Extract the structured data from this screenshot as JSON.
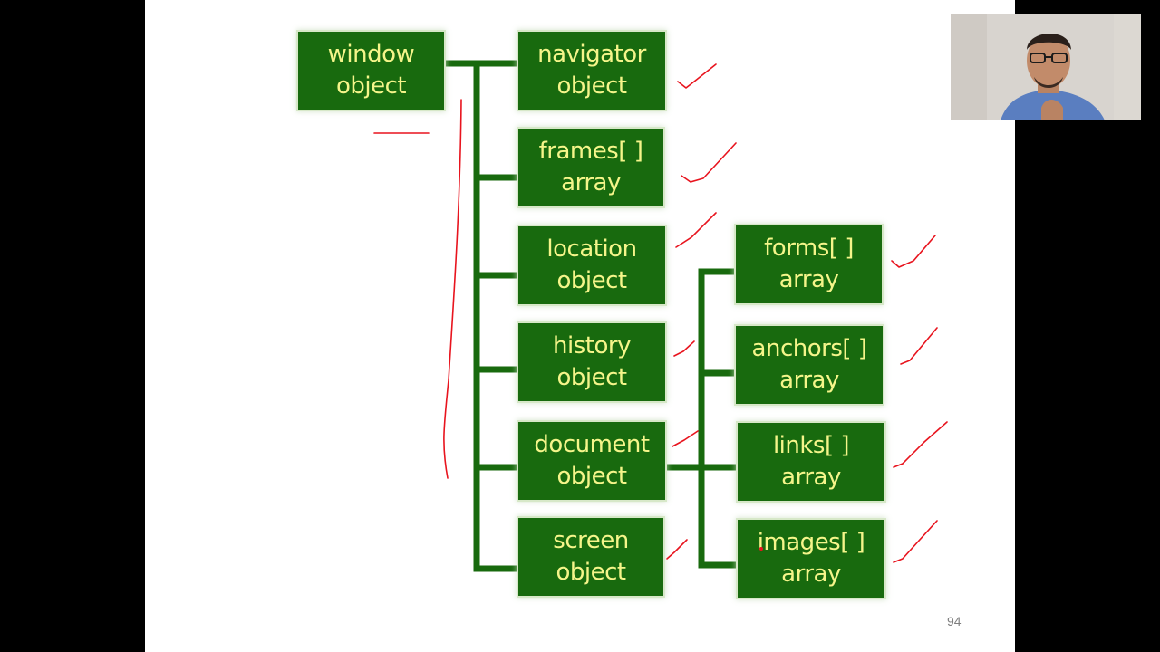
{
  "diagram": {
    "nodes": {
      "window": {
        "line1": "window",
        "line2": "object"
      },
      "navigator": {
        "line1": "navigator",
        "line2": "object"
      },
      "frames": {
        "line1": "frames[ ]",
        "line2": "array"
      },
      "location": {
        "line1": "location",
        "line2": "object"
      },
      "history": {
        "line1": "history",
        "line2": "object"
      },
      "document": {
        "line1": "document",
        "line2": "object"
      },
      "screen": {
        "line1": "screen",
        "line2": "object"
      },
      "forms": {
        "line1": "forms[ ]",
        "line2": "array"
      },
      "anchors": {
        "line1": "anchors[ ]",
        "line2": "array"
      },
      "links": {
        "line1": "links[ ]",
        "line2": "array"
      },
      "images": {
        "line1": "images[ ]",
        "line2": "array"
      }
    },
    "edges": [
      [
        "window",
        "navigator"
      ],
      [
        "window",
        "frames"
      ],
      [
        "window",
        "location"
      ],
      [
        "window",
        "history"
      ],
      [
        "window",
        "document"
      ],
      [
        "window",
        "screen"
      ],
      [
        "document",
        "forms"
      ],
      [
        "document",
        "anchors"
      ],
      [
        "document",
        "links"
      ],
      [
        "document",
        "images"
      ]
    ]
  },
  "slide": {
    "page_number": "94"
  },
  "colors": {
    "node_fill": "#186a0e",
    "node_text": "#f5f58a",
    "connector": "#186a0e",
    "annotation": "#e8141e"
  }
}
